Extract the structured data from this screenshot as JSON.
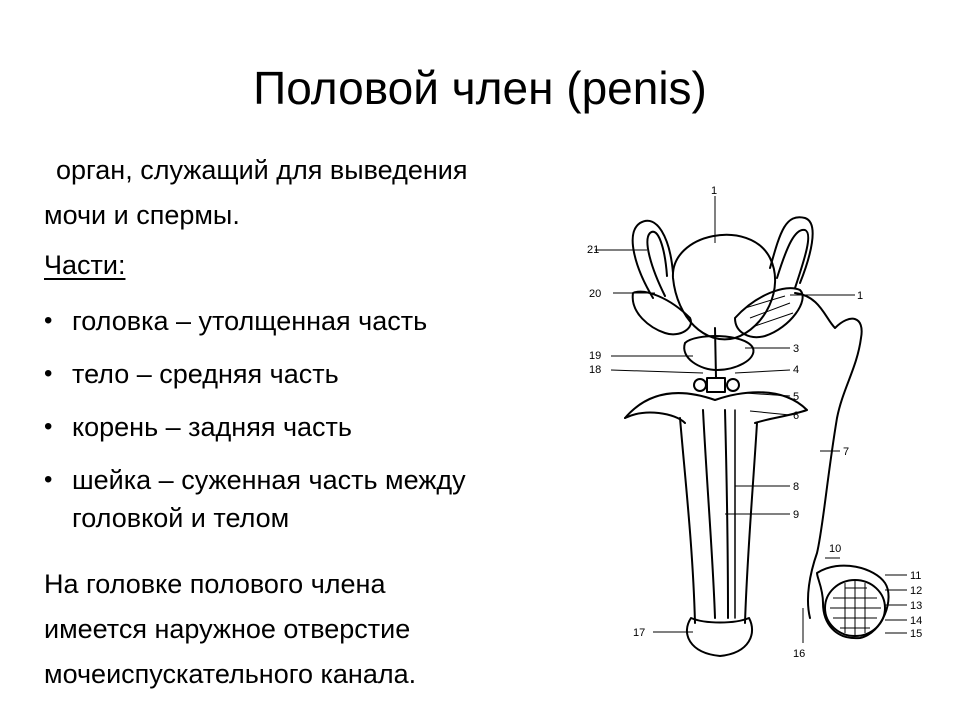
{
  "slide": {
    "title": "Половой член (penis)",
    "intro_line1": "орган, служащий для выведения",
    "intro_line2": "мочи и спермы.",
    "parts_heading": "Части:",
    "bullets": [
      {
        "text": "головка – утолщенная часть"
      },
      {
        "text": "тело – средняя часть"
      },
      {
        "text": "корень – задняя часть"
      },
      {
        "text": "шейка – суженная часть между",
        "text2": "головкой и телом"
      }
    ],
    "outro_lines": [
      "На головке полового члена",
      "имеется наружное отверстие",
      "мочеиспускательного канала."
    ]
  },
  "diagram": {
    "labels": [
      "1",
      "21",
      "20",
      "1",
      "3",
      "19",
      "18",
      "4",
      "5",
      "6",
      "7",
      "8",
      "9",
      "10",
      "11",
      "12",
      "13",
      "14",
      "15",
      "16",
      "17"
    ]
  }
}
